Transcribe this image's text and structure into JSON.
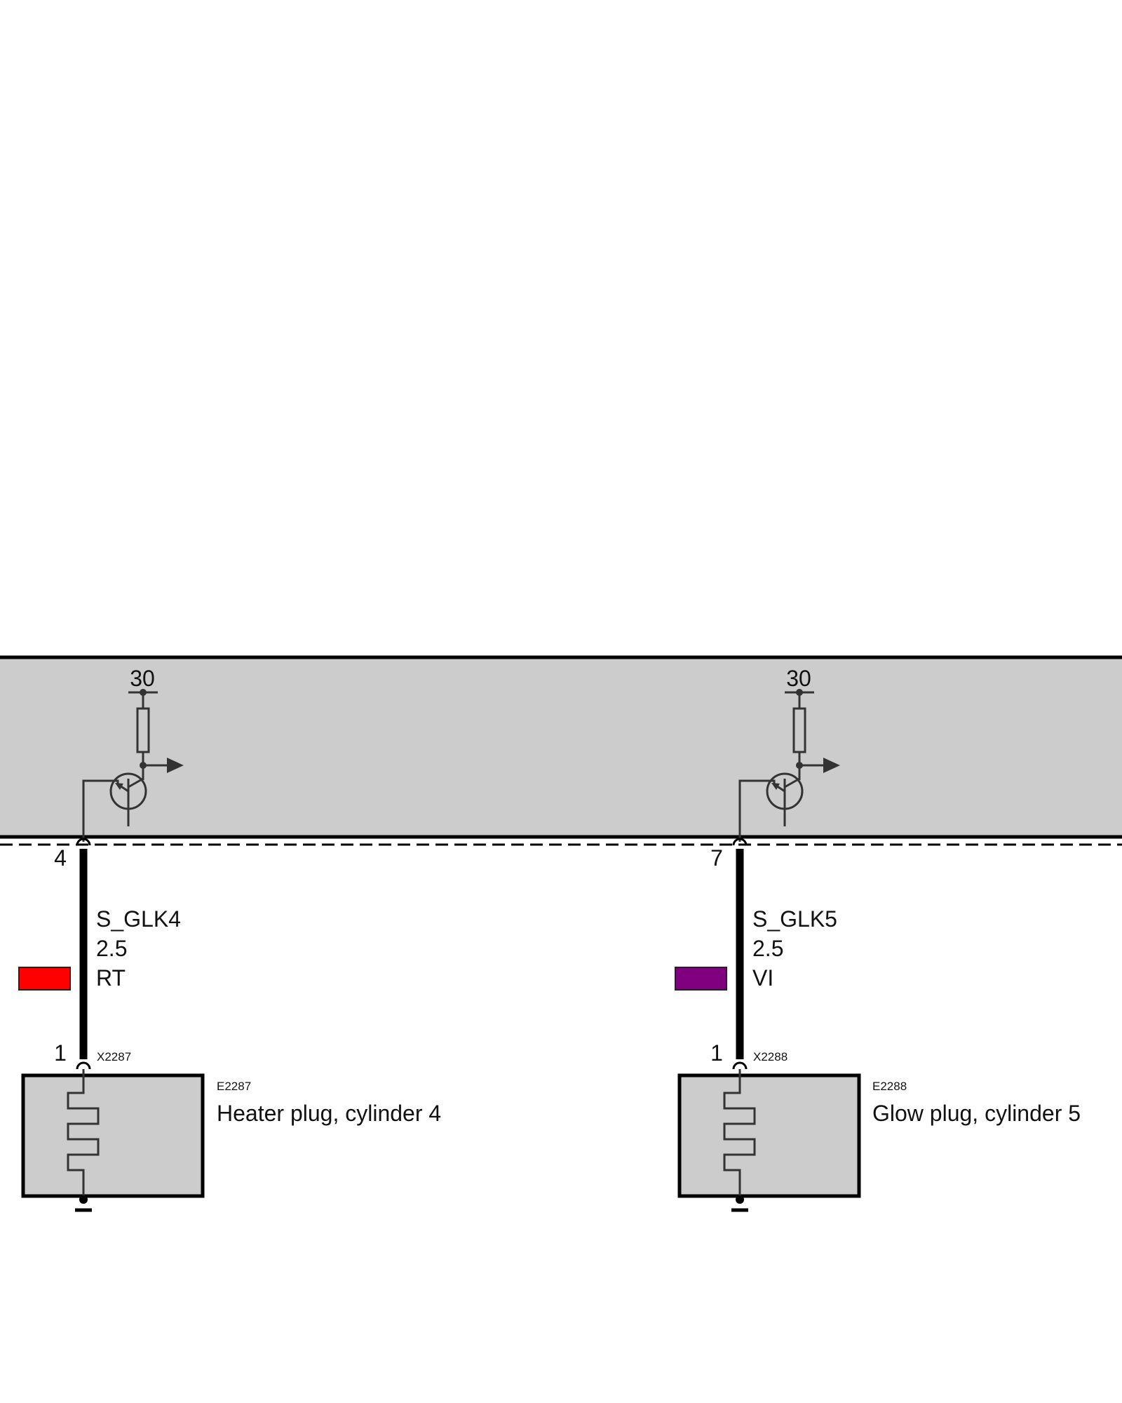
{
  "colors": {
    "module_fill": "#cccccc",
    "line": "#000000",
    "symbol": "#333333",
    "wire_red": "#ff0000",
    "wire_violet": "#800080",
    "background": "#ffffff"
  },
  "circuits": [
    {
      "supply_label": "30",
      "pin_label": "4",
      "signal_name": "S_GLK4",
      "cross_section": "2.5",
      "color_code": "RT",
      "color_hex": "#ff0000",
      "plug_pin": "1",
      "connector_id": "X2287",
      "component_id": "E2287",
      "component_name": "Heater plug, cylinder 4"
    },
    {
      "supply_label": "30",
      "pin_label": "7",
      "signal_name": "S_GLK5",
      "cross_section": "2.5",
      "color_code": "VI",
      "color_hex": "#800080",
      "plug_pin": "1",
      "connector_id": "X2288",
      "component_id": "E2288",
      "component_name": "Glow plug, cylinder 5"
    }
  ]
}
